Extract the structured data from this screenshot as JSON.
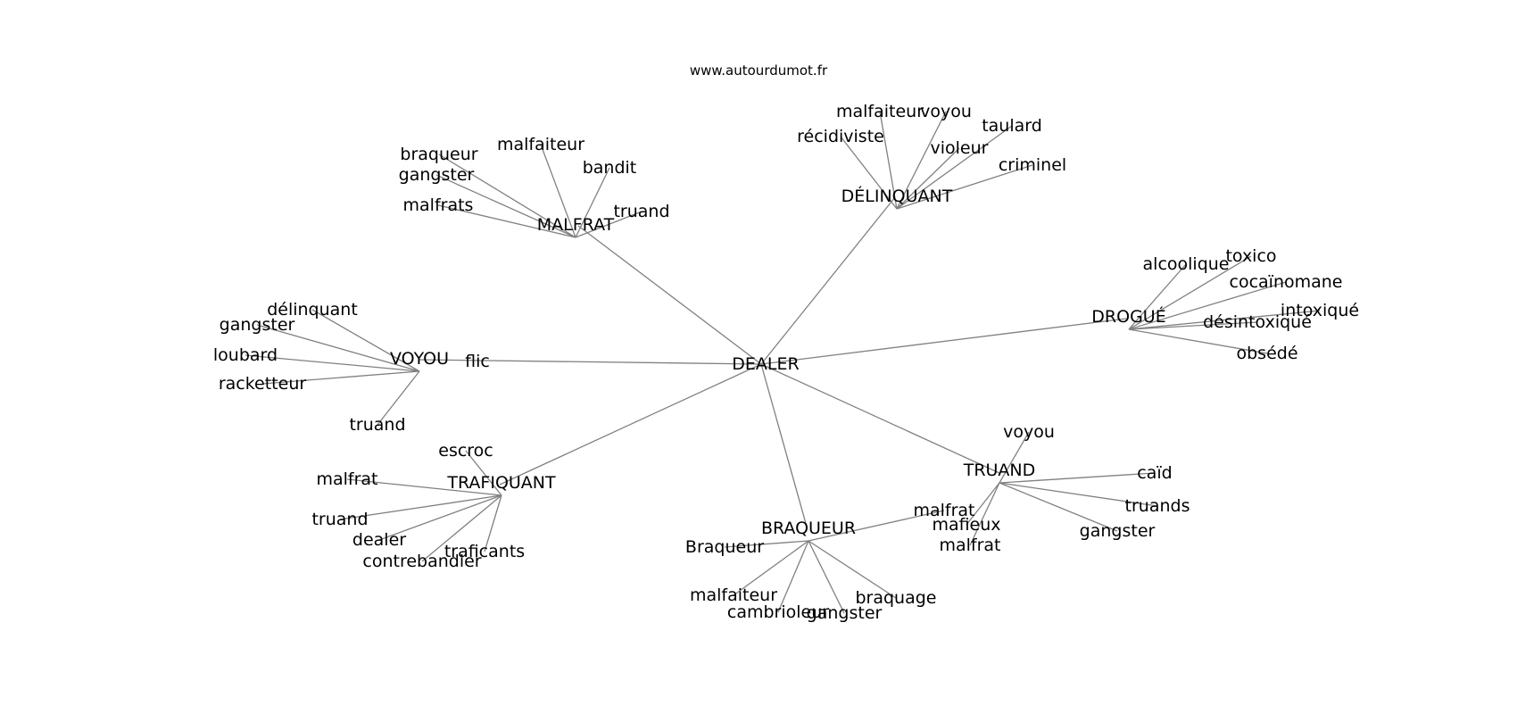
{
  "site": "www.autourdumot.fr",
  "graph": {
    "root": "DEALER",
    "hubs": [
      {
        "id": "malfrat",
        "label": "MALFRAT",
        "words": [
          "malfaiteur",
          "braqueur",
          "gangster",
          "malfrats",
          "bandit",
          "truand"
        ]
      },
      {
        "id": "delinquant",
        "label": "DÉLINQUANT",
        "words": [
          "malfaiteur",
          "voyou",
          "récidiviste",
          "taulard",
          "violeur",
          "criminel"
        ]
      },
      {
        "id": "drogue",
        "label": "DROGUÉ",
        "words": [
          "alcoolique",
          "toxico",
          "cocaïnomane",
          "intoxiqué",
          "désintoxiqué",
          "obsédé"
        ]
      },
      {
        "id": "voyou",
        "label": "VOYOU",
        "words": [
          "délinquant",
          "gangster",
          "loubard",
          "racketteur",
          "truand"
        ]
      },
      {
        "id": "flic",
        "label": "flic",
        "words": []
      },
      {
        "id": "trafiquant",
        "label": "TRAFIQUANT",
        "words": [
          "escroc",
          "malfrat",
          "truand",
          "dealer",
          "contrebandier",
          "traficants"
        ]
      },
      {
        "id": "braqueur",
        "label": "BRAQUEUR",
        "words": [
          "malfrat",
          "Braqueur",
          "malfaiteur",
          "cambrioleur",
          "gangster",
          "braquage"
        ]
      },
      {
        "id": "truand",
        "label": "TRUAND",
        "words": [
          "voyou",
          "caïd",
          "truands",
          "gangster",
          "mafieux",
          "malfrat"
        ]
      }
    ]
  }
}
